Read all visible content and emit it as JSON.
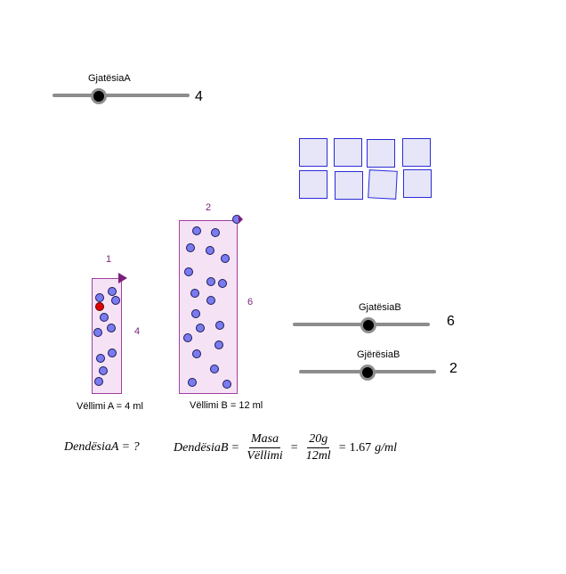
{
  "sliders": {
    "length_a": {
      "label": "GjatësiaA",
      "value": "4",
      "min": 1,
      "max": 10,
      "level": 4
    },
    "length_b": {
      "label": "GjatësiaB",
      "value": "6",
      "min": 1,
      "max": 10,
      "level": 6
    },
    "width_b": {
      "label": "GjërësiaB",
      "value": "2",
      "min": 1,
      "max": 4,
      "level": 2
    }
  },
  "container_a": {
    "width_label": "1",
    "height_label": "4",
    "volume_text": "Vëllimi A = 4 ml"
  },
  "container_b": {
    "width_label": "2",
    "height_label": "6",
    "volume_text": "Vëllimi B = 12 ml"
  },
  "tiles": {
    "count": 8
  },
  "formulas": {
    "density_a": "DendësiaA = ?",
    "density_b_lhs": "DendësiaB",
    "eq": "=",
    "mass_word": "Masa",
    "volume_word": "Vëllimi",
    "mass_value": "20g",
    "volume_value": "12ml",
    "result": "1.67",
    "unit": "g/ml"
  },
  "colors": {
    "particle": "#7b7bf0",
    "highlight_particle": "#e00000",
    "container_fill": "#f5e3f5",
    "container_stroke": "#a040a0",
    "tile_stroke": "#2b2bd6"
  }
}
